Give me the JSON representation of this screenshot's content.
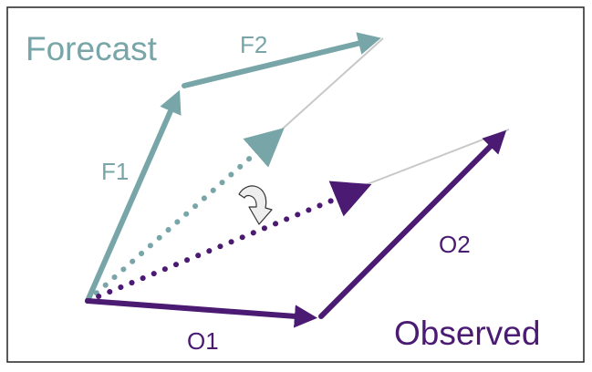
{
  "labels": {
    "forecast_title": "Forecast",
    "observed_title": "Observed",
    "f1": "F1",
    "f2": "F2",
    "o1": "O1",
    "o2": "O2"
  },
  "colors": {
    "forecast": "#78a6a8",
    "observed": "#4b1a73",
    "guide": "#c8c8c8",
    "rotation_arrow_fill": "#eeeeee",
    "rotation_arrow_stroke": "#333333",
    "border": "#222222"
  },
  "icons": {
    "rotation": "rotate-clockwise-icon"
  }
}
